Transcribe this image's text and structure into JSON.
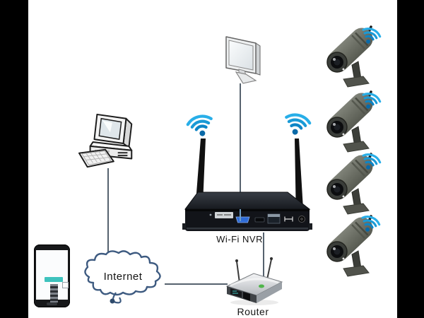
{
  "scene": {
    "description": "Wireless NVR security camera system network diagram",
    "background": "#ffffff",
    "letterbox_color": "#000000"
  },
  "labels": {
    "nvr": "Wi-Fi NVR",
    "router": "Router",
    "internet": "Internet"
  },
  "colors": {
    "wifi_icon_blue": "#1a9ad6",
    "wifi_icon_dot": "#0a6aa8",
    "cloud_outline": "#3d5a80",
    "connector_line": "#56626e",
    "vga_port_blue": "#2e6bd6",
    "router_led_green": "#4fb54a",
    "phone_button_teal": "#3ec2bd"
  },
  "devices": {
    "desktop_computer": {
      "name": "desktop-computer"
    },
    "monitor": {
      "name": "display-monitor"
    },
    "nvr": {
      "name": "wifi-nvr",
      "label": "Wi-Fi NVR",
      "antennas": 2
    },
    "router": {
      "name": "router",
      "label": "Router",
      "antennas": 2
    },
    "internet_cloud": {
      "name": "internet-cloud",
      "label": "Internet"
    },
    "smartphone": {
      "name": "smartphone"
    },
    "cameras": [
      {
        "name": "wireless-camera-1"
      },
      {
        "name": "wireless-camera-2"
      },
      {
        "name": "wireless-camera-3"
      },
      {
        "name": "wireless-camera-4"
      }
    ]
  },
  "connections": [
    {
      "from": "desktop-computer",
      "to": "internet-cloud",
      "type": "wired"
    },
    {
      "from": "display-monitor",
      "to": "wifi-nvr",
      "type": "vga-cable"
    },
    {
      "from": "wifi-nvr",
      "to": "router",
      "type": "ethernet"
    },
    {
      "from": "internet-cloud",
      "to": "router",
      "type": "wired"
    },
    {
      "from": "wifi-nvr",
      "to": "cameras",
      "type": "wireless"
    }
  ]
}
